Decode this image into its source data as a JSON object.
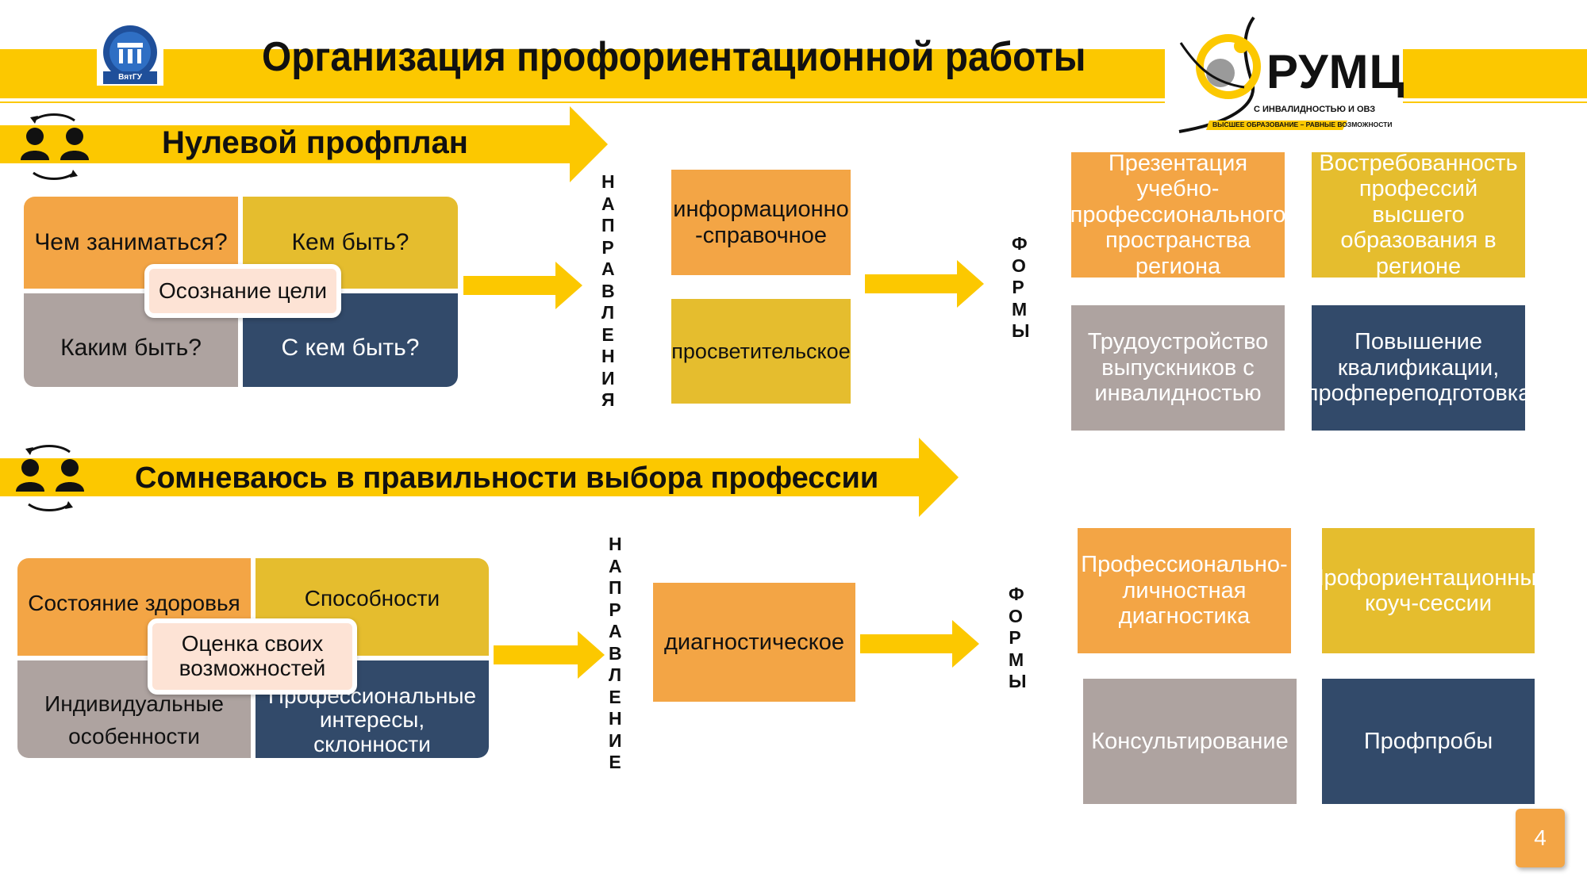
{
  "header": {
    "title": "Организация профориентационной работы",
    "left_logo_text": "ВятГУ",
    "right_logo": {
      "name": "РУМЦ",
      "line1": "С ИНВАЛИДНОСТЬЮ И ОВЗ",
      "line2": "ВЫСШЕЕ ОБРАЗОВАНИЕ – РАВНЫЕ ВОЗМОЖНОСТИ"
    }
  },
  "section1": {
    "title": "Нулевой профплан",
    "grid": {
      "top_left": "Чем заниматься?",
      "top_right": "Кем быть?",
      "bottom_left": "Каким быть?",
      "bottom_right": "С кем быть?",
      "center": "Осознание цели"
    },
    "directions_label": "НАПРАВЛЕНИЯ",
    "directions": [
      "информационно -справочное",
      "просветительское"
    ],
    "forms_label": "ФОРМЫ",
    "forms": [
      "Презентация учебно-профессионального пространства региона",
      "Востребованность профессий высшего образования в регионе",
      "Трудоустройство выпускников с инвалидностью",
      "Повышение квалификации, профпереподготовка"
    ]
  },
  "section2": {
    "title": "Сомневаюсь в правильности выбора профессии",
    "grid": {
      "top_left": "Состояние здоровья",
      "top_right": "Способности",
      "bottom_left": "Индивидуальные особенности",
      "bottom_right": "Профессиональные интересы, склонности",
      "center": "Оценка своих возможностей"
    },
    "directions_label": "НАПРАВЛЕНИЕ",
    "directions": [
      "диагностическое"
    ],
    "forms_label": "ФОРМЫ",
    "forms": [
      "Профессионально-личностная диагностика",
      "Профориентационные коуч-сессии",
      "Консультирование",
      "Профпробы"
    ]
  },
  "page_number": "4",
  "colors": {
    "accent_yellow": "#fcc800",
    "orange": "#f3a545",
    "mustard": "#e5bd2e",
    "gray": "#aea3a0",
    "navy": "#324a6a"
  }
}
